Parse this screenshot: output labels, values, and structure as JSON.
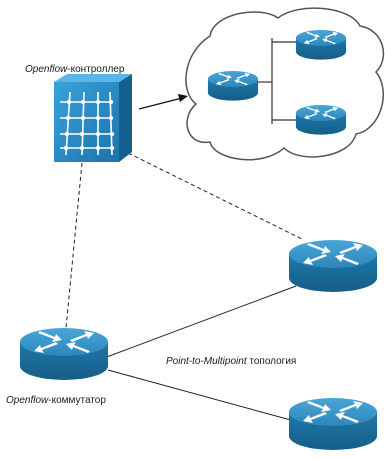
{
  "labels": {
    "controller_italic": "Openflow",
    "controller_rest": "-контроллер",
    "switch_italic": "Openflow",
    "switch_rest": "-коммутатор",
    "topology_italic": "Point-to-Multipoint",
    "topology_rest": " топология"
  },
  "colors": {
    "router_top": "#3a94c8",
    "router_side": "#1a6e9c",
    "controller_face": "#2a8fcb",
    "cloud_stroke": "#555555",
    "line": "#333333"
  },
  "icons": {
    "controller": "openflow-controller-icon",
    "router": "router-icon",
    "cloud": "network-cloud-icon"
  }
}
